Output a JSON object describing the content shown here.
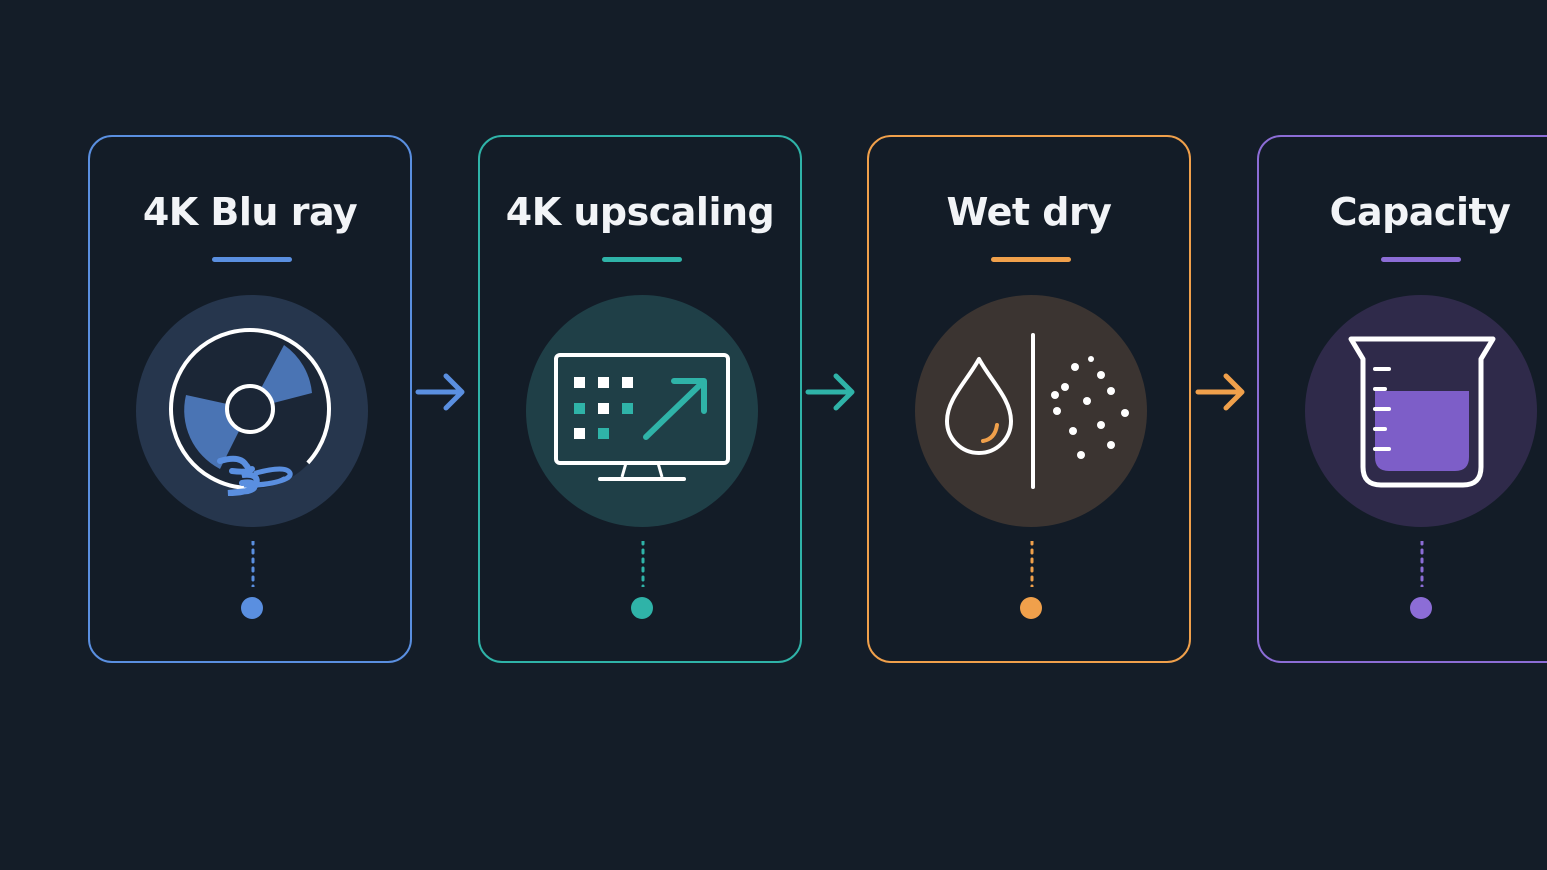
{
  "colors": {
    "background": "#141d28",
    "blue": "#5a8fe0",
    "teal": "#2fb3a8",
    "orange": "#f0a04b",
    "purple": "#8c6dd6"
  },
  "steps": [
    {
      "title": "4K Blu ray",
      "icon": "blu-ray-disc-icon",
      "color": "#5a8fe0"
    },
    {
      "title": "4K upscaling",
      "icon": "upscaling-monitor-icon",
      "color": "#2fb3a8"
    },
    {
      "title": "Wet dry",
      "icon": "wet-dry-icon",
      "color": "#f0a04b"
    },
    {
      "title": "Capacity",
      "icon": "capacity-beaker-icon",
      "color": "#8c6dd6"
    }
  ]
}
